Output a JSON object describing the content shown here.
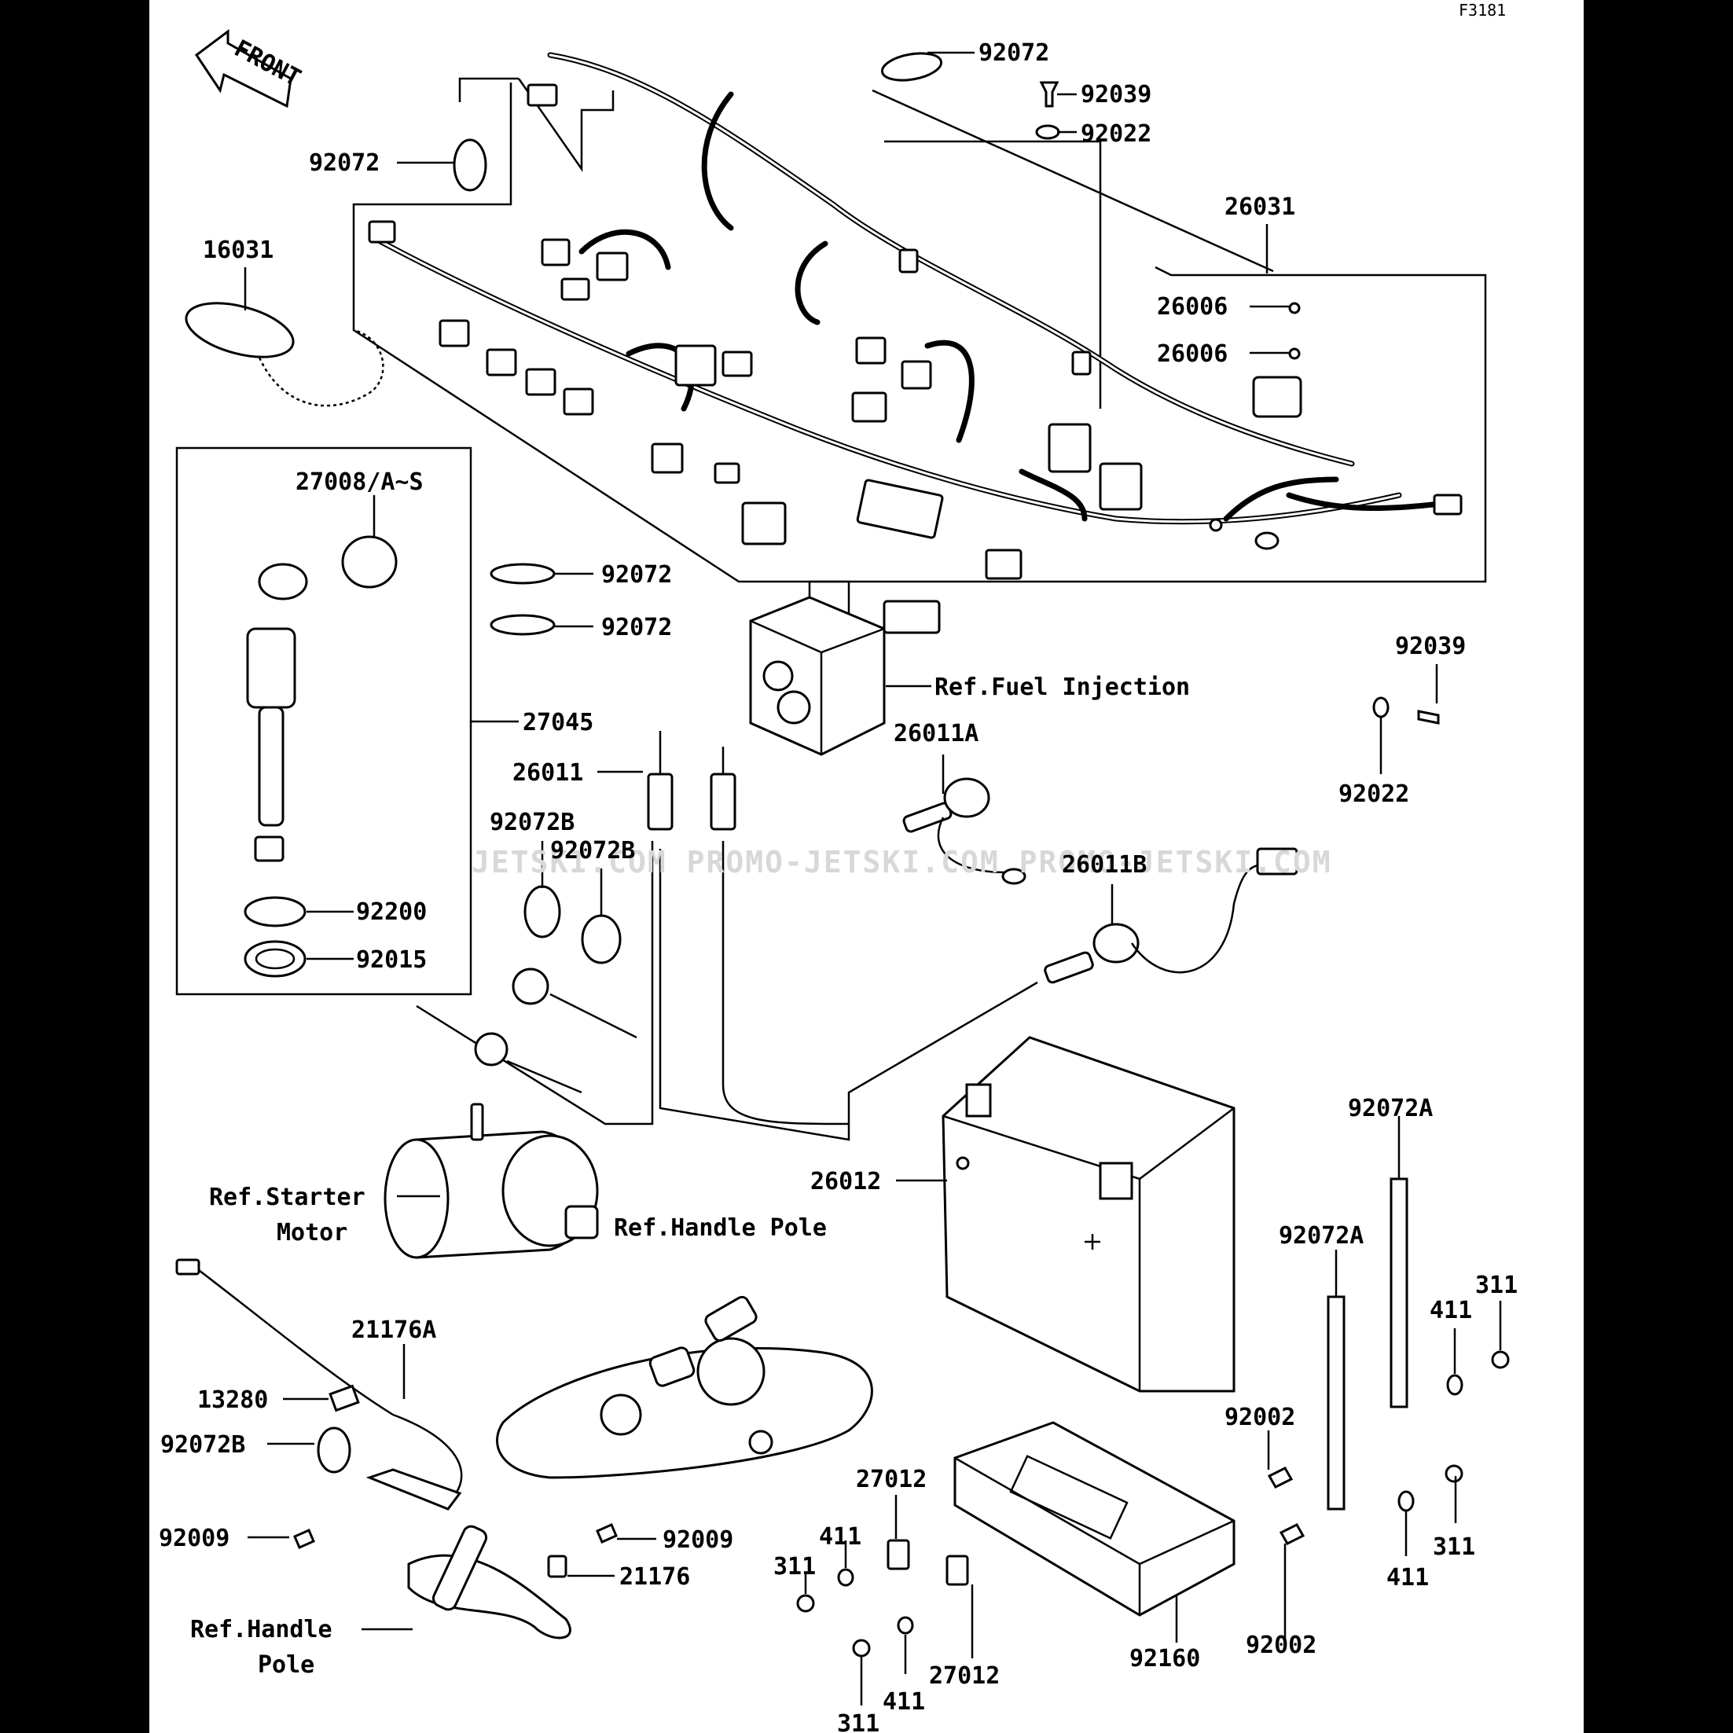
{
  "figure_code": "F3181",
  "front_label": "FRONT",
  "watermark": "JETSKI.COM  PROMO-JETSKI.COM  PROMO-JETSKI.COM",
  "parts": {
    "p92072_top": "92072",
    "p92039_top": "92039",
    "p92022_top": "92022",
    "p92072_left": "92072",
    "p26031": "26031",
    "p16031": "16031",
    "p26006_a": "26006",
    "p26006_b": "26006",
    "p27008": "27008/A~S",
    "p92072_c": "92072",
    "p92072_d": "92072",
    "ref_fuel": "Ref.Fuel Injection",
    "p92039_right": "92039",
    "p27045": "27045",
    "p26011": "26011",
    "p26011A": "26011A",
    "p92022_right": "92022",
    "p92072B_a": "92072B",
    "p92072B_b": "92072B",
    "p26011B": "26011B",
    "p92200": "92200",
    "p92015": "92015",
    "p92072A_a": "92072A",
    "p26012": "26012",
    "ref_starter_1": "Ref.Starter",
    "ref_starter_2": "Motor",
    "ref_handle_1": "Ref.Handle Pole",
    "p92072A_b": "92072A",
    "p311_a": "311",
    "p21176A": "21176A",
    "p411_a": "411",
    "p13280": "13280",
    "p92002_a": "92002",
    "p92072B_c": "92072B",
    "p27012_a": "27012",
    "p92009_a": "92009",
    "p411_b": "411",
    "p92009_b": "92009",
    "p311_b": "311",
    "p21176": "21176",
    "p311_c": "311",
    "p411_c": "411",
    "ref_handle_2a": "Ref.Handle",
    "ref_handle_2b": "Pole",
    "p92160": "92160",
    "p92002_b": "92002",
    "p27012_b": "27012",
    "p411_d": "411",
    "p311_d": "311"
  }
}
